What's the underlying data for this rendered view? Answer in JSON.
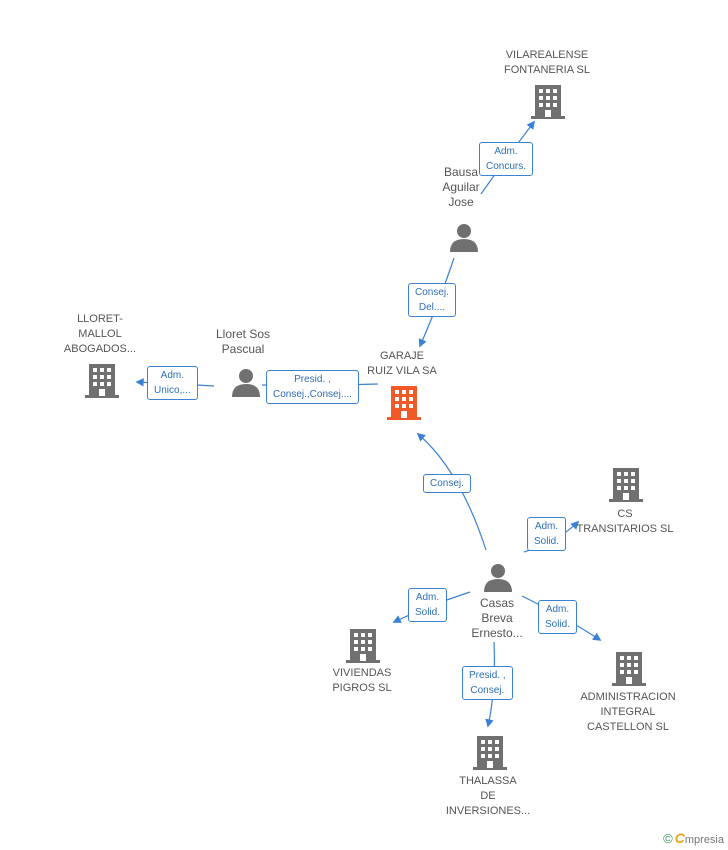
{
  "nodes": {
    "vilarealense": {
      "lines": [
        "VILAREALENSE",
        "FONTANERIA SL"
      ],
      "kind": "company"
    },
    "bausa": {
      "lines": [
        "Bausa",
        "Aguilar",
        "Jose"
      ],
      "kind": "person"
    },
    "garaje": {
      "lines": [
        "GARAJE",
        "RUIZ VILA SA"
      ],
      "kind": "company-main"
    },
    "lloret_sos": {
      "lines": [
        "Lloret Sos",
        "Pascual"
      ],
      "kind": "person"
    },
    "lloret_mallol": {
      "lines": [
        "LLORET-",
        "MALLOL",
        "ABOGADOS..."
      ],
      "kind": "company"
    },
    "casas": {
      "lines": [
        "Casas",
        "Breva",
        "Ernesto..."
      ],
      "kind": "person"
    },
    "cs": {
      "lines": [
        "CS",
        "TRANSITARIOS SL"
      ],
      "kind": "company"
    },
    "viviendas": {
      "lines": [
        "VIVIENDAS",
        "PIGROS SL"
      ],
      "kind": "company"
    },
    "thalassa": {
      "lines": [
        "THALASSA",
        "DE",
        "INVERSIONES..."
      ],
      "kind": "company"
    },
    "administracion": {
      "lines": [
        "ADMINISTRACION",
        "INTEGRAL",
        "CASTELLON SL"
      ],
      "kind": "company"
    }
  },
  "edges": {
    "bausa_vilarealense": [
      "Adm.",
      "Concurs."
    ],
    "bausa_garaje": [
      "Consej.",
      "Del...."
    ],
    "lloret_garaje": [
      "Presid. ,",
      "Consej.,Consej...."
    ],
    "lloret_mallol": [
      "Adm.",
      "Unico,..."
    ],
    "casas_garaje": [
      "Consej."
    ],
    "casas_cs": [
      "Adm.",
      "Solid."
    ],
    "casas_viviendas": [
      "Adm.",
      "Solid."
    ],
    "casas_administracion": [
      "Adm.",
      "Solid."
    ],
    "casas_thalassa": [
      "Presid. ,",
      "Consej."
    ]
  },
  "colors": {
    "edge": "#3b82d4",
    "icon": "#707070",
    "main": "#f05a28"
  },
  "brand": {
    "copyright": "©",
    "initial": "C",
    "rest": "mpresia"
  }
}
